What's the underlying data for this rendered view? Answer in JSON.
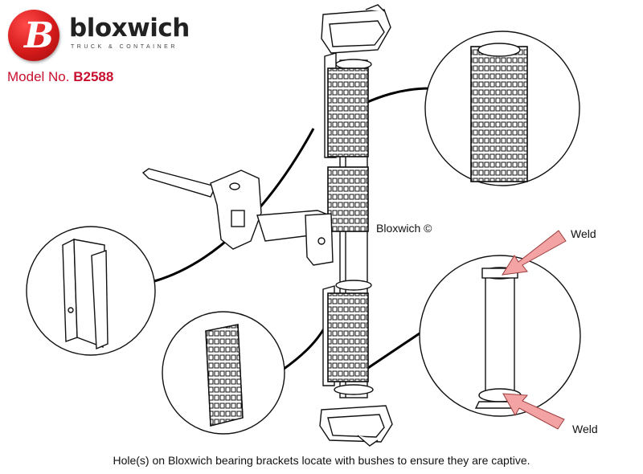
{
  "brand": {
    "name": "bloxwich",
    "tagline": "TRUCK & CONTAINER",
    "logo_letter": "B",
    "accent_color": "#c8102e"
  },
  "model": {
    "label": "Model No.",
    "number": "B2588"
  },
  "diagram": {
    "copyright": "Bloxwich ©",
    "weld_top": "Weld",
    "weld_bottom": "Weld"
  },
  "caption": "Hole(s) on Bloxwich bearing brackets locate with bushes to ensure they are captive."
}
